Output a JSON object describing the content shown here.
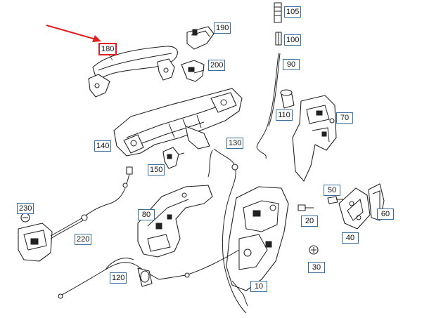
{
  "diagram": {
    "highlight_color": "#e02020",
    "callout_border_color": "#3a6e9e",
    "callouts": [
      {
        "id": "180",
        "label": "180",
        "highlighted": true
      },
      {
        "id": "190",
        "label": "190"
      },
      {
        "id": "200",
        "label": "200"
      },
      {
        "id": "105",
        "label": "105"
      },
      {
        "id": "100",
        "label": "100"
      },
      {
        "id": "90",
        "label": "90"
      },
      {
        "id": "110",
        "label": "110"
      },
      {
        "id": "70",
        "label": "70"
      },
      {
        "id": "140",
        "label": "140"
      },
      {
        "id": "130",
        "label": "130"
      },
      {
        "id": "150",
        "label": "150"
      },
      {
        "id": "230",
        "label": "230"
      },
      {
        "id": "80",
        "label": "80"
      },
      {
        "id": "220",
        "label": "220"
      },
      {
        "id": "50",
        "label": "50"
      },
      {
        "id": "60",
        "label": "60"
      },
      {
        "id": "20",
        "label": "20"
      },
      {
        "id": "40",
        "label": "40"
      },
      {
        "id": "30",
        "label": "30"
      },
      {
        "id": "120",
        "label": "120"
      },
      {
        "id": "10",
        "label": "10"
      }
    ]
  }
}
